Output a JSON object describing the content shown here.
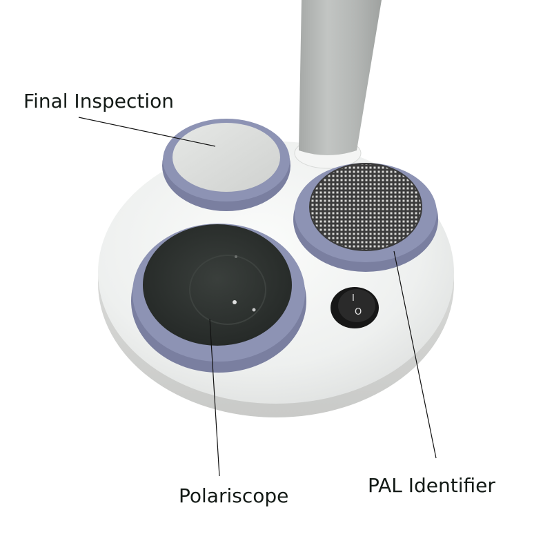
{
  "image": {
    "subject": "Lens tester base with three inspection windows and a rocker switch",
    "background_color": "#ffffff"
  },
  "labels": {
    "final_inspection": "Final Inspection",
    "polariscope": "Polariscope",
    "pal_identifier": "PAL Identifier"
  },
  "components": {
    "final_inspection_window": {
      "type": "frosted diffuser lens",
      "color": "#d9dbd9"
    },
    "polariscope_window": {
      "type": "dark polarizing lens",
      "color": "#2b302d"
    },
    "pal_identifier_window": {
      "type": "grid pattern screen",
      "color": "#3a3a3a"
    },
    "ring_color": "#8d93b4",
    "base_color": "#eef0ef",
    "pole_color": "#b7bab8",
    "power_switch": {
      "on_symbol": "I",
      "off_symbol": "O",
      "color": "#1a1a1a"
    }
  }
}
